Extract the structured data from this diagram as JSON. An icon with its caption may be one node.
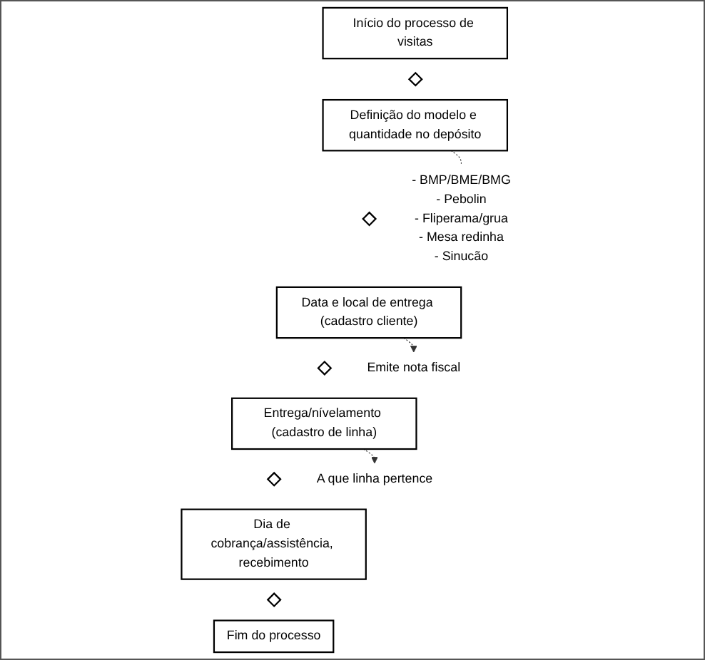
{
  "diagram": {
    "nodes": [
      {
        "text": [
          "Início do processo de visitas"
        ]
      },
      {
        "text": [],
        "shape": "diamond"
      },
      {
        "text": [
          "Definição do modelo e quantidade no depósito"
        ]
      },
      {
        "text": [],
        "shape": "diamond"
      },
      {
        "text": [
          "Data e local de entrega (cadastro cliente)"
        ]
      },
      {
        "text": [],
        "shape": "diamond"
      },
      {
        "text": [
          "Entrega/nívelamento (cadastro de linha)"
        ]
      },
      {
        "text": [],
        "shape": "diamond"
      },
      {
        "text": [
          "Dia de cobrança/assistência, recebimento"
        ]
      },
      {
        "text": [],
        "shape": "diamond"
      },
      {
        "text": [
          "Fim do processo"
        ]
      },
      {
        "text": [
          "- BMP/BME/BMG",
          "- Pebolin",
          "- Fliperama/grua",
          "- Mesa redinha",
          "- Sinucão"
        ]
      },
      {
        "text": [
          "Emite nota fiscal"
        ]
      },
      {
        "text": [
          "A que linha pertence"
        ]
      }
    ],
    "edges": [
      {
        "from": 2,
        "to": 11,
        "arrow": "none",
        "style": "dashed"
      },
      {
        "from": 4,
        "to": 12,
        "arrow": "to",
        "style": "dashed"
      },
      {
        "from": 6,
        "to": 13,
        "arrow": "to",
        "style": "dashed"
      }
    ]
  }
}
